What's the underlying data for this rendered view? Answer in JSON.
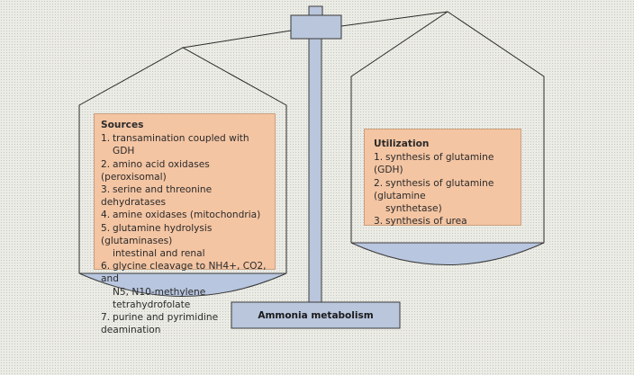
{
  "sources": {
    "title": "Sources",
    "items": [
      {
        "num": "1.",
        "lines": [
          "transamination coupled with",
          "GDH"
        ]
      },
      {
        "num": "2.",
        "lines": [
          "amino acid oxidases (peroxisomal)"
        ]
      },
      {
        "num": "3.",
        "lines": [
          "serine and threonine dehydratases"
        ]
      },
      {
        "num": "4.",
        "lines": [
          "amine oxidases (mitochondria)"
        ]
      },
      {
        "num": "5.",
        "lines": [
          "glutamine hydrolysis (glutaminases)",
          "intestinal and renal"
        ]
      },
      {
        "num": "6.",
        "lines": [
          "glycine cleavage to NH4+, CO2, and",
          "N5, N10-methylene tetrahydrofolate"
        ]
      },
      {
        "num": "7.",
        "lines": [
          "purine and pyrimidine deamination"
        ]
      }
    ]
  },
  "utilization": {
    "title": "Utilization",
    "items": [
      {
        "num": "1.",
        "lines": [
          "synthesis of glutamine (GDH)"
        ]
      },
      {
        "num": "2.",
        "lines": [
          "synthesis of glutamine (glutamine",
          "synthetase)"
        ]
      },
      {
        "num": "3.",
        "lines": [
          "synthesis of urea"
        ]
      }
    ]
  },
  "base_label": "Ammonia metabolism",
  "colors": {
    "background": "#ecece6",
    "panel_fill": "#f4c5a3",
    "metal": "#b9c6dc",
    "outline": "#3a3a3a",
    "pan_liquid": "#b8c6df"
  }
}
